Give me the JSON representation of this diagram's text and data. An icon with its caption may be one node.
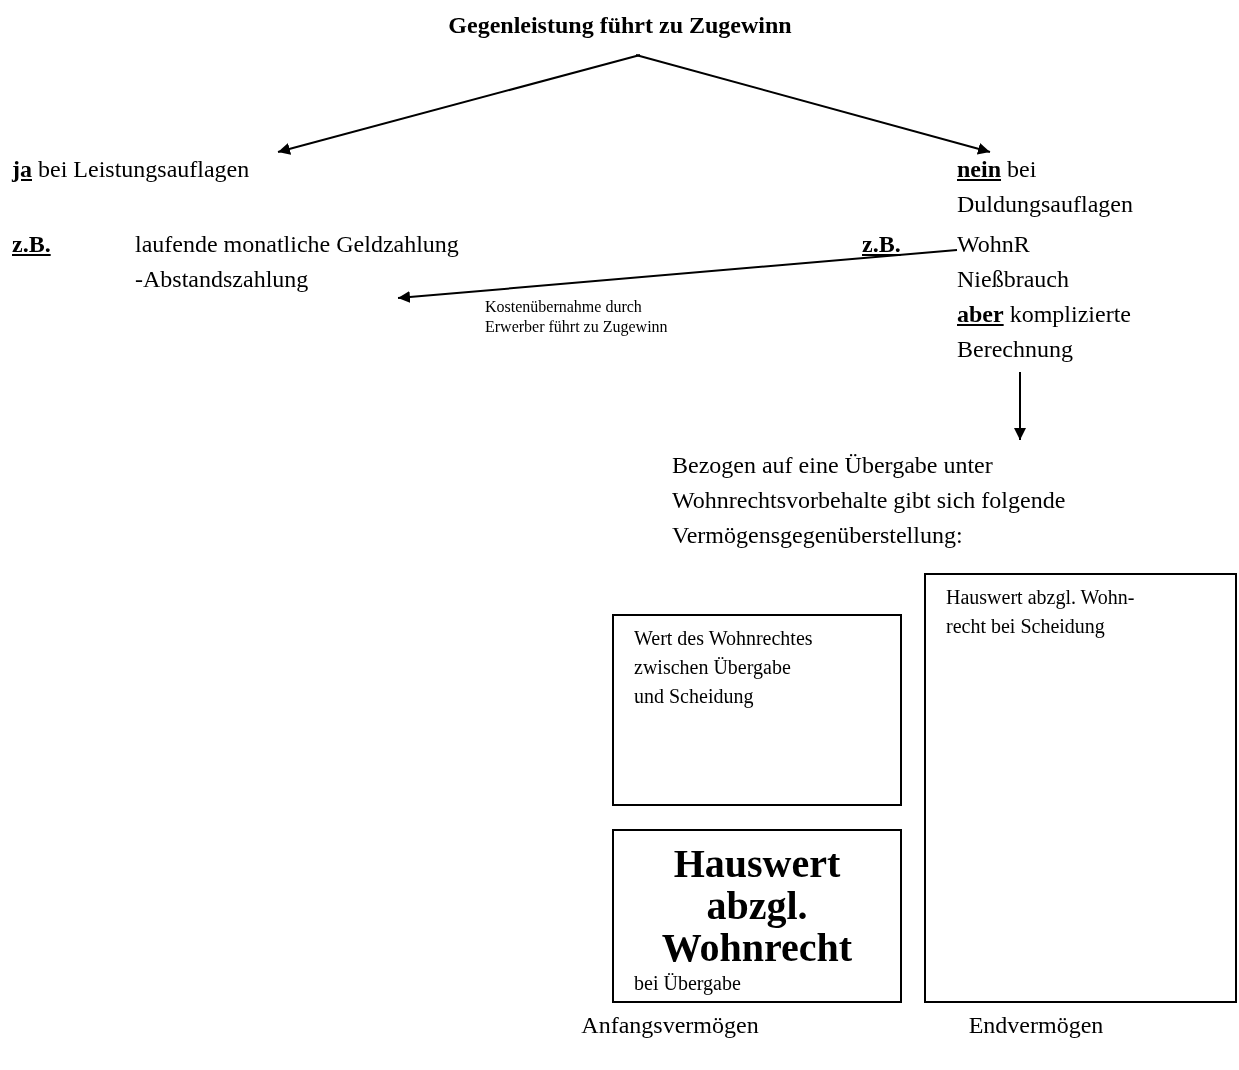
{
  "diagram": {
    "nodes": [
      {
        "text": [
          "Gegenleistung führt zu Zugewinn"
        ]
      },
      {
        "text": [
          "**ja** bei Leistungsauflagen"
        ]
      },
      {
        "text": [
          "**nein** bei Duldungsauflagen"
        ]
      },
      {
        "text": [
          "-Abstandszahlung"
        ]
      },
      {
        "text": [
          "WohnR Nießbrauch"
        ]
      },
      {
        "text": [
          "**aber** komplizierte Berechnung"
        ]
      },
      {
        "text": [
          "Bezogen auf eine Übergabe unter Wohnrechtsvorbehalte gibt sich folgende Vermögensgegenüberstellung:"
        ]
      },
      {
        "text": [
          "Wert des Wohnrechtes zwischen Übergabe und Scheidung"
        ]
      },
      {
        "text": [
          "Hauswert abzgl. Wohnrecht",
          "bei Übergabe"
        ],
        "beside": [
          "Anfangsvermögen"
        ]
      },
      {
        "text": [
          "Hauswert abzgl. Wohn- recht bei Scheidung"
        ],
        "beside": [
          "Endvermögen"
        ]
      }
    ],
    "edges": [
      {
        "from": 0,
        "to": 1,
        "arrow": "to"
      },
      {
        "from": 0,
        "to": 2,
        "arrow": "to"
      },
      {
        "from": 4,
        "to": 3,
        "arrow": "to",
        "label": "Kostenübernahme durch Erwerber führt zu Zugewinn"
      },
      {
        "from": 5,
        "to": 6,
        "arrow": "to"
      }
    ],
    "labels": [
      "z.B.",
      "laufende monatliche Geldzahlung",
      "z.B."
    ]
  }
}
